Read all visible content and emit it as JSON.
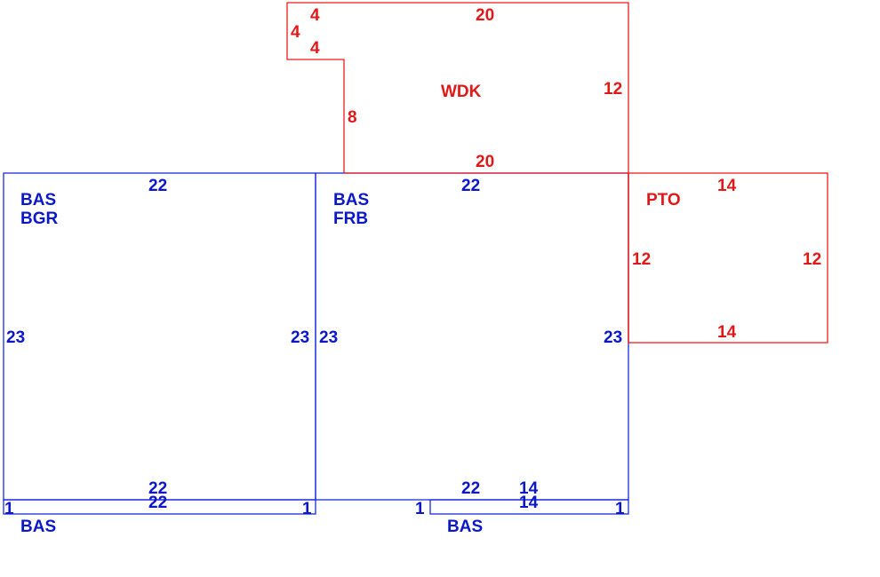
{
  "colors": {
    "blue": "#0b17c8",
    "red": "#e01818"
  },
  "areas": {
    "wdk": {
      "code": "WDK",
      "dims": {
        "top": "20",
        "right": "12",
        "left": "8",
        "bottom": "20",
        "notch_top": "4",
        "notch_side": "4",
        "notch_bottom": "4"
      }
    },
    "bas_bgr": {
      "code1": "BAS",
      "code2": "BGR",
      "dims": {
        "top": "22",
        "left": "23",
        "right": "23",
        "bottom": "22"
      }
    },
    "bas_frb": {
      "code1": "BAS",
      "code2": "FRB",
      "dims": {
        "top": "22",
        "left": "23",
        "right": "23",
        "bottom": "22",
        "bottom2": "14"
      }
    },
    "pto": {
      "code": "PTO",
      "dims": {
        "top": "14",
        "left": "12",
        "right": "12",
        "bottom": "14"
      }
    },
    "bas_strip_left": {
      "code": "BAS",
      "dims": {
        "top": "22",
        "left": "1",
        "right": "1"
      }
    },
    "bas_strip_right": {
      "code": "BAS",
      "dims": {
        "top": "14",
        "left": "1",
        "right": "1"
      }
    }
  }
}
